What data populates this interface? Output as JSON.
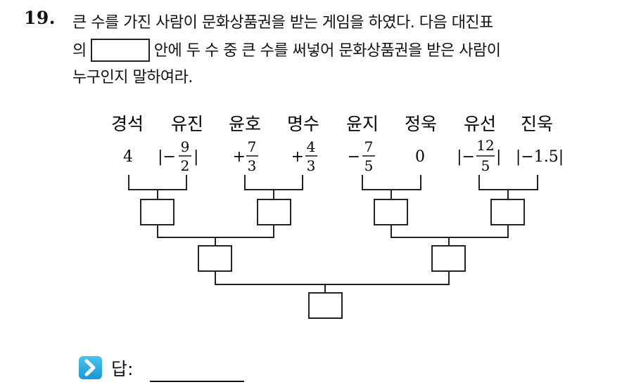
{
  "question": {
    "number": "19.",
    "line1": "큰 수를 가진 사람이 문화상품권을 받는 게임을 하였다. 다음 대진표",
    "line2_before": "의",
    "line2_after": "안에 두 수 중 큰 수를 써넣어 문화상품권을 받은 사람이",
    "line3": "누구인지 말하여라."
  },
  "bracket": {
    "players": [
      {
        "name": "경석",
        "value": "4"
      },
      {
        "name": "유진",
        "value_prefix": "|−",
        "num": "9",
        "den": "2",
        "value_suffix": "|"
      },
      {
        "name": "윤호",
        "value_prefix": "+",
        "num": "7",
        "den": "3",
        "value_suffix": ""
      },
      {
        "name": "명수",
        "value_prefix": "+",
        "num": "4",
        "den": "3",
        "value_suffix": ""
      },
      {
        "name": "윤지",
        "value_prefix": "−",
        "num": "7",
        "den": "5",
        "value_suffix": ""
      },
      {
        "name": "정욱",
        "value": "0"
      },
      {
        "name": "유선",
        "value_prefix": "|−",
        "num": "12",
        "den": "5",
        "value_suffix": "|"
      },
      {
        "name": "진욱",
        "value": "|−1.5|"
      }
    ]
  },
  "answer": {
    "label": "답:",
    "icon": "chevron-right-icon",
    "icon_color": "#2aa8e0"
  }
}
